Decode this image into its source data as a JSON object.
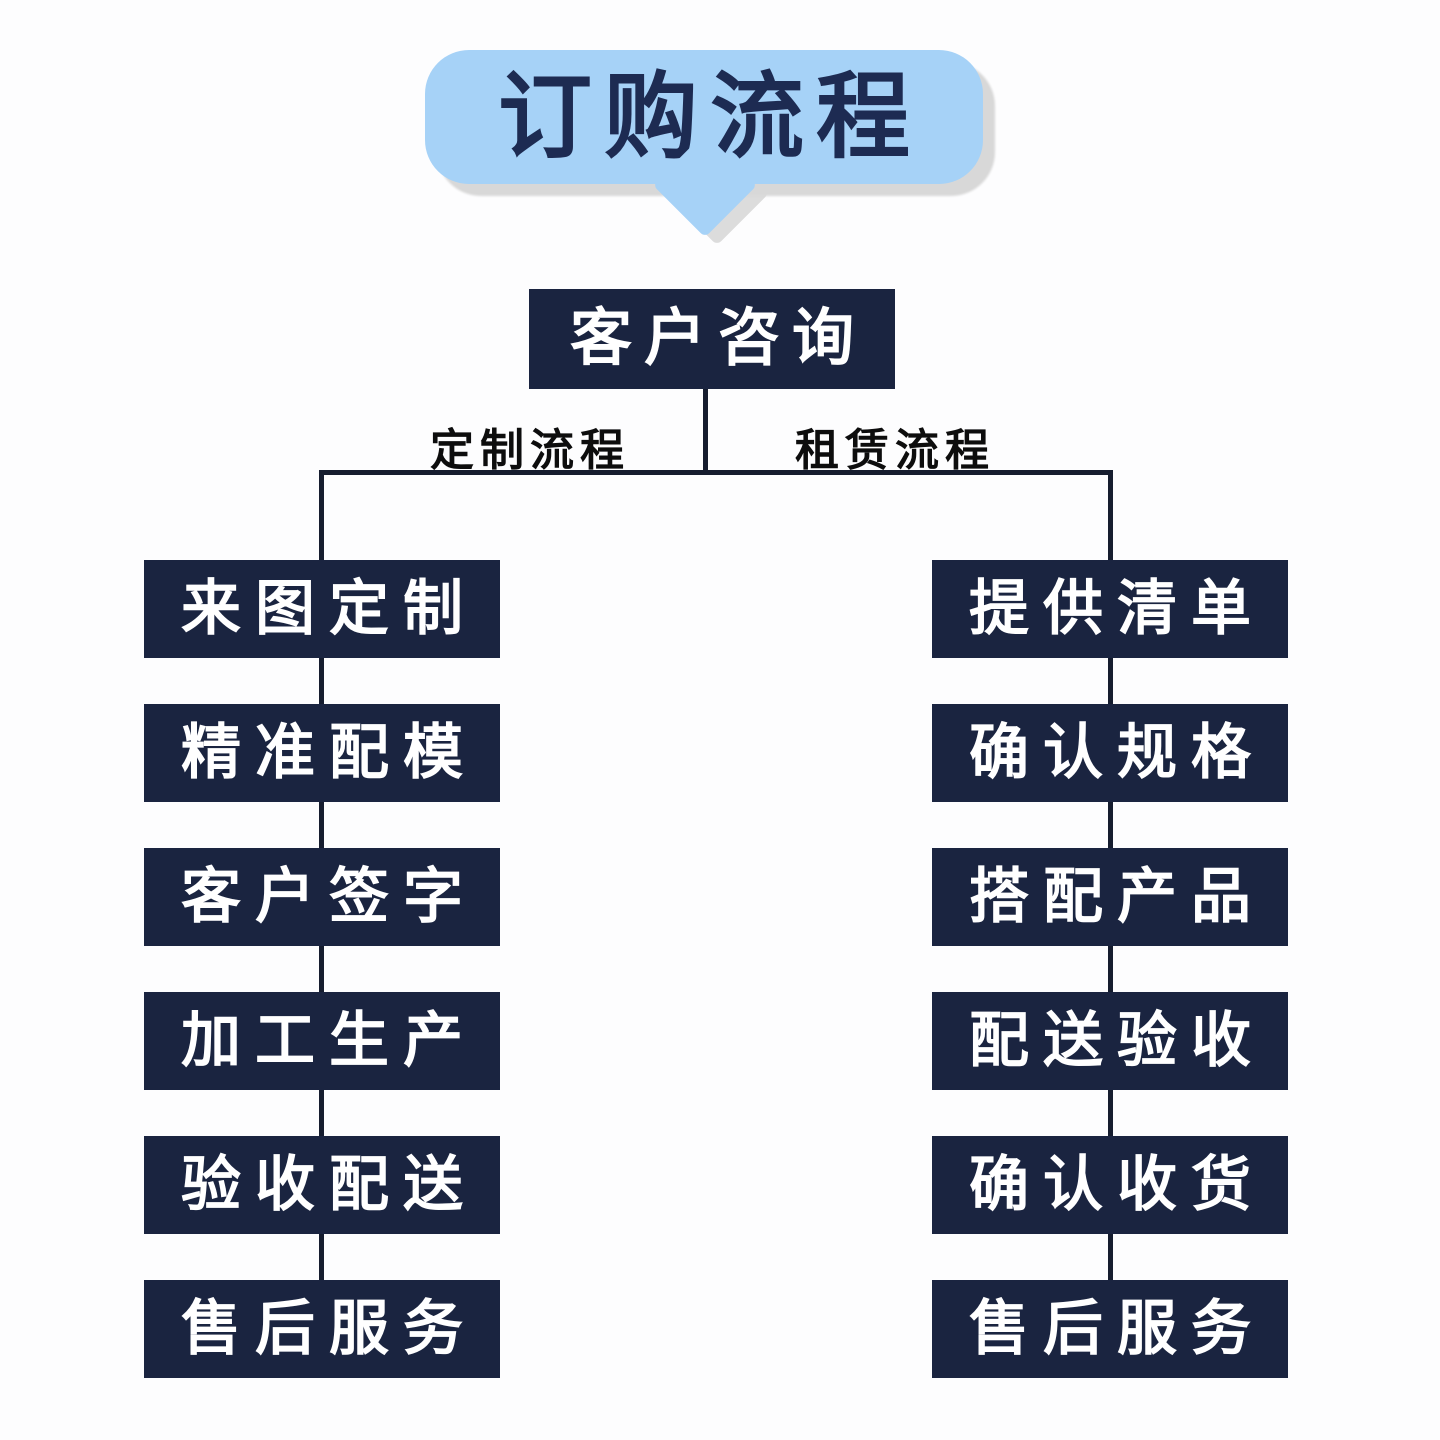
{
  "title": {
    "text": "订购流程"
  },
  "root": {
    "label": "客户咨询"
  },
  "branches": [
    {
      "label": "定制流程",
      "steps": [
        "来图定制",
        "精准配模",
        "客户签字",
        "加工生产",
        "验收配送",
        "售后服务"
      ]
    },
    {
      "label": "租赁流程",
      "steps": [
        "提供清单",
        "确认规格",
        "搭配产品",
        "配送验收",
        "确认收货",
        "售后服务"
      ]
    }
  ],
  "colors": {
    "background": "#fdfdfe",
    "node_navy": "#1a2440",
    "node_text": "#ffffff",
    "bubble_blue": "#a6d2f7",
    "bubble_text": "#1d2b52",
    "bubble_shadow": "#d8d8d8",
    "connector_line": "#161d2f",
    "branch_label_text": "#0d0d0d"
  }
}
